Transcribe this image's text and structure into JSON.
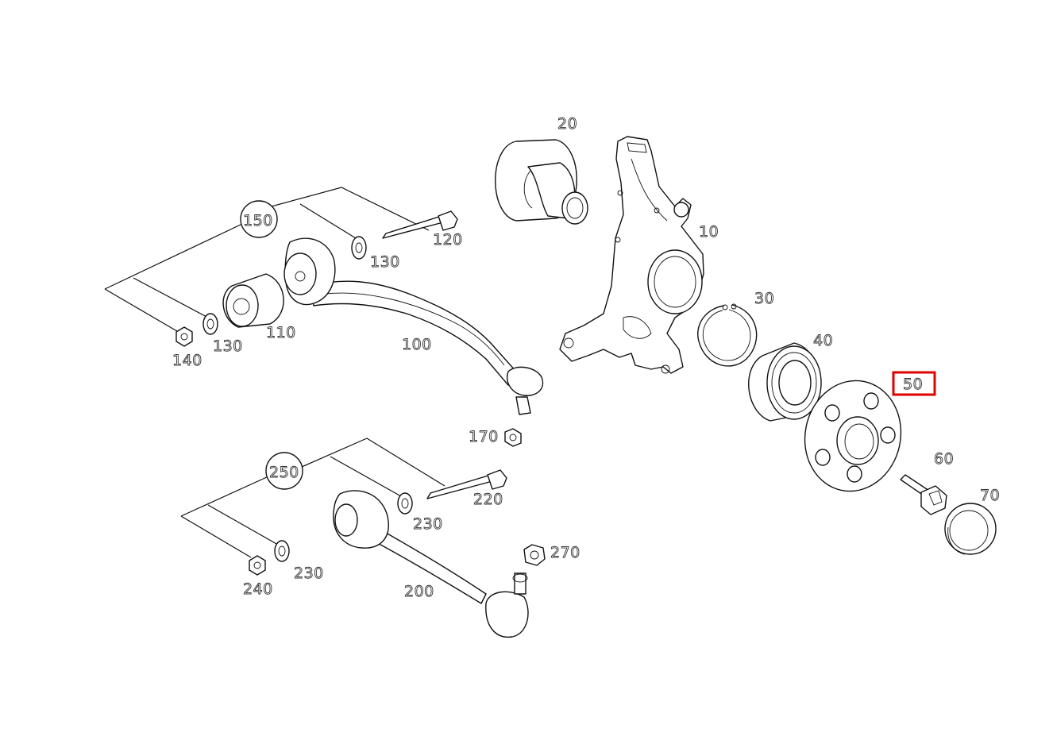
{
  "diagram": {
    "highlight_color": "#e00000",
    "parts": [
      {
        "id": "p10",
        "label": "10"
      },
      {
        "id": "p20",
        "label": "20"
      },
      {
        "id": "p30",
        "label": "30"
      },
      {
        "id": "p40",
        "label": "40"
      },
      {
        "id": "p50",
        "label": "50",
        "highlighted": true
      },
      {
        "id": "p60",
        "label": "60"
      },
      {
        "id": "p70",
        "label": "70"
      },
      {
        "id": "p100",
        "label": "100"
      },
      {
        "id": "p110",
        "label": "110"
      },
      {
        "id": "p120",
        "label": "120"
      },
      {
        "id": "p130a",
        "label": "130"
      },
      {
        "id": "p130b",
        "label": "130"
      },
      {
        "id": "p140",
        "label": "140"
      },
      {
        "id": "p150",
        "label": "150"
      },
      {
        "id": "p170",
        "label": "170"
      },
      {
        "id": "p200",
        "label": "200"
      },
      {
        "id": "p220",
        "label": "220"
      },
      {
        "id": "p230a",
        "label": "230"
      },
      {
        "id": "p230b",
        "label": "230"
      },
      {
        "id": "p240",
        "label": "240"
      },
      {
        "id": "p250",
        "label": "250"
      },
      {
        "id": "p270",
        "label": "270"
      }
    ]
  }
}
